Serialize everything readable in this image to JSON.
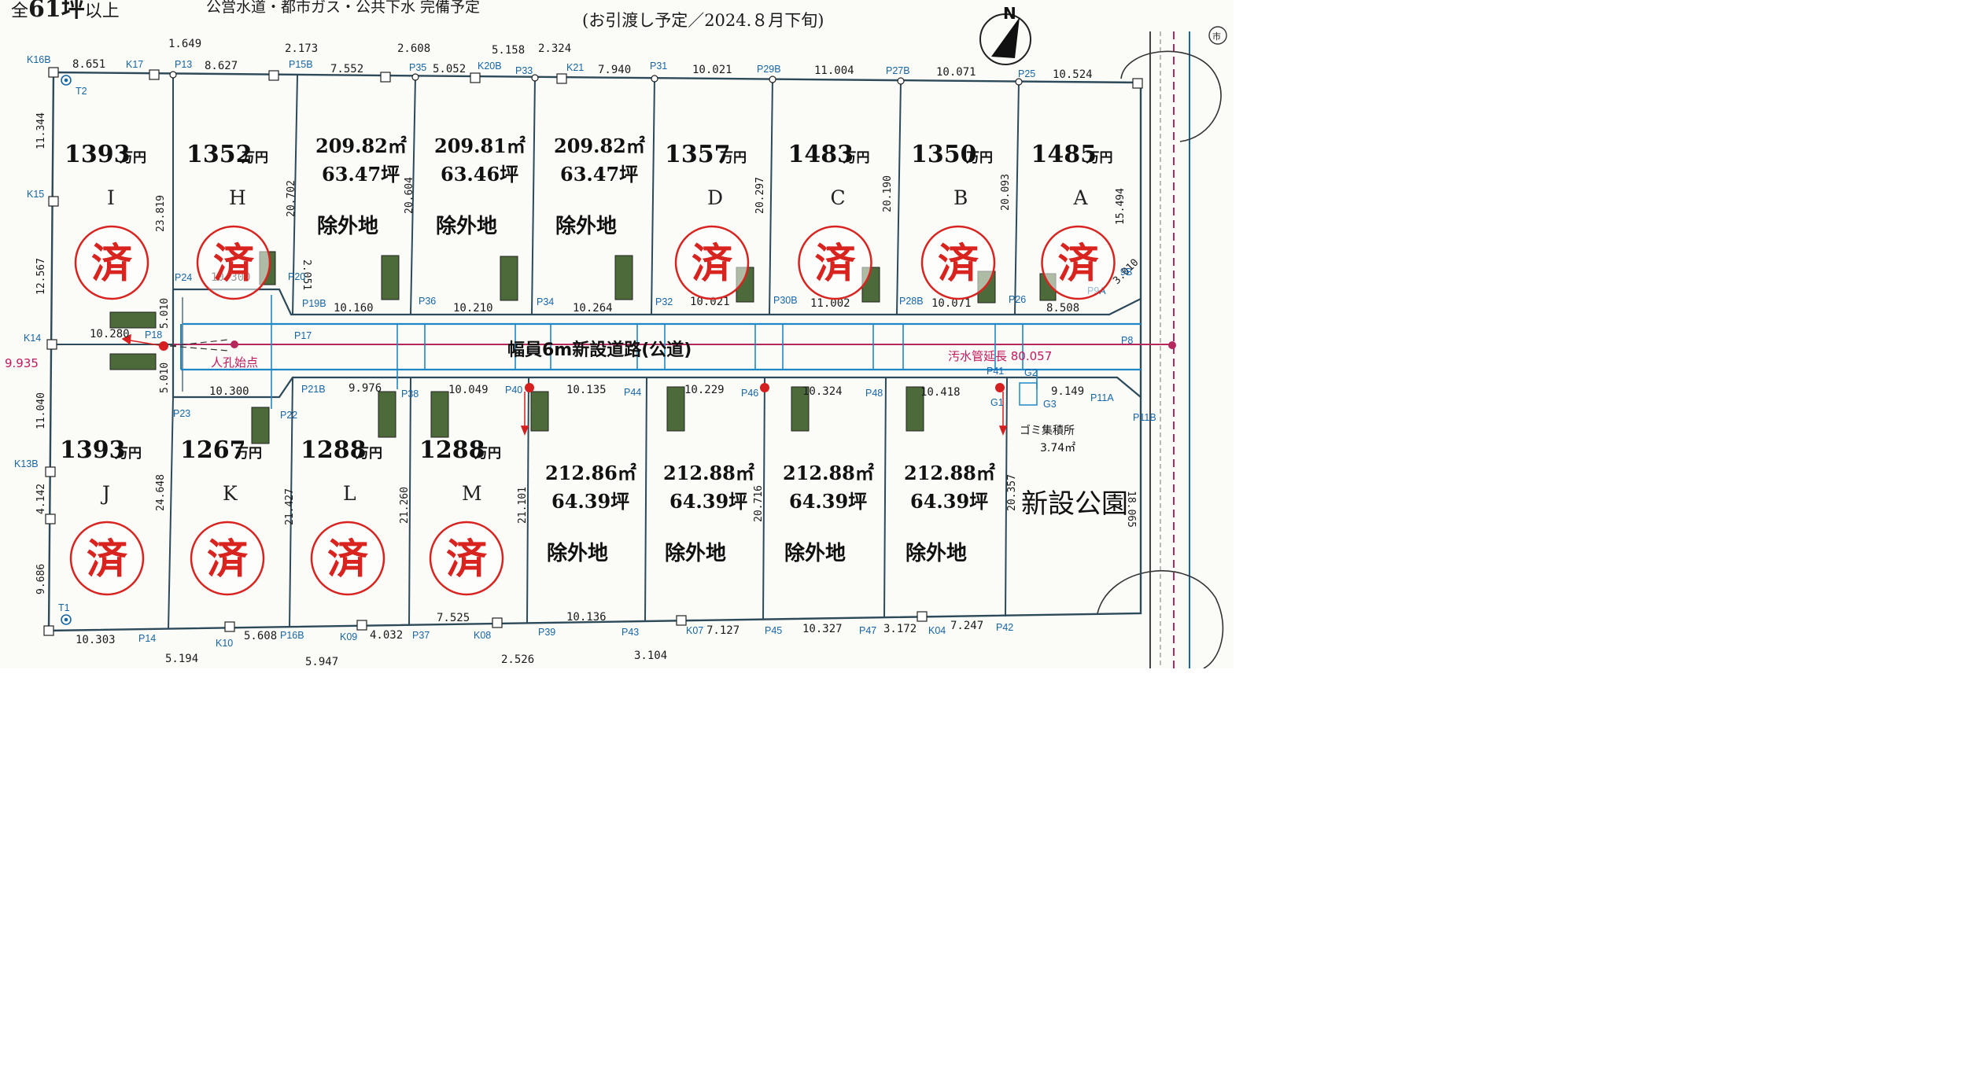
{
  "header": {
    "lot_count_prefix": "全",
    "lot_count_value": "61坪",
    "lot_count_suffix": "以上",
    "utilities": "公営水道・都市ガス・公共下水 完備予定",
    "handover": "(お引渡し予定／2024.８月下旬)"
  },
  "compass": {
    "label": "N"
  },
  "road": {
    "label": "幅員6m新設道路(公道)",
    "sewer_length": "汚水管延長 80.057",
    "manhole_start": "人孔始点",
    "width_left": "9.935"
  },
  "garbage": {
    "label": "ゴミ集積所",
    "area": "3.74㎡"
  },
  "park": {
    "label": "新設公園"
  },
  "stamp_char": "済",
  "price_unit": "万円",
  "lots_north": [
    {
      "id": "I",
      "price": "1393",
      "sold": true
    },
    {
      "id": "H",
      "price": "1352",
      "sold": true
    },
    {
      "id": "",
      "sqm": "209.82㎡",
      "tsubo": "63.47坪",
      "excluded": "除外地"
    },
    {
      "id": "",
      "sqm": "209.81㎡",
      "tsubo": "63.46坪",
      "excluded": "除外地"
    },
    {
      "id": "",
      "sqm": "209.82㎡",
      "tsubo": "63.47坪",
      "excluded": "除外地"
    },
    {
      "id": "D",
      "price": "1357",
      "sold": true
    },
    {
      "id": "C",
      "price": "1483",
      "sold": true
    },
    {
      "id": "B",
      "price": "1350",
      "sold": true
    },
    {
      "id": "A",
      "price": "1485",
      "sold": true
    }
  ],
  "lots_south": [
    {
      "id": "J",
      "price": "1393",
      "sold": true
    },
    {
      "id": "K",
      "price": "1267",
      "sold": true
    },
    {
      "id": "L",
      "price": "1288",
      "sold": true
    },
    {
      "id": "M",
      "price": "1288",
      "sold": true
    },
    {
      "id": "",
      "sqm": "212.86㎡",
      "tsubo": "64.39坪",
      "excluded": "除外地"
    },
    {
      "id": "",
      "sqm": "212.88㎡",
      "tsubo": "64.39坪",
      "excluded": "除外地"
    },
    {
      "id": "",
      "sqm": "212.88㎡",
      "tsubo": "64.39坪",
      "excluded": "除外地"
    },
    {
      "id": "",
      "sqm": "212.88㎡",
      "tsubo": "64.39坪",
      "excluded": "除外地"
    }
  ],
  "north_boundary_dims": [
    "8.651",
    "1.649",
    "8.627",
    "2.173",
    "7.552",
    "2.608",
    "5.052",
    "5.158",
    "2.324",
    "7.940",
    "10.021",
    "11.004",
    "10.071",
    "10.524"
  ],
  "south_boundary_dims": [
    "10.303",
    "5.194",
    "5.608",
    "5.947",
    "4.032",
    "7.525",
    "2.526",
    "10.136",
    "3.104",
    "7.127",
    "10.327",
    "3.172",
    "7.247"
  ],
  "road_north_dims": [
    "10.280",
    "10.300",
    "10.160",
    "10.210",
    "10.264",
    "10.021",
    "11.002",
    "10.071",
    "8.508"
  ],
  "road_south_dims": [
    "10.300",
    "9.976",
    "10.049",
    "10.135",
    "10.229",
    "10.324",
    "10.418",
    "9.149"
  ],
  "west_dims": [
    "11.344",
    "12.567",
    "11.040",
    "4.142",
    "9.686"
  ],
  "depth_dims_north": [
    "23.819",
    "20.702",
    "20.604",
    "20.297",
    "20.190",
    "20.093",
    "15.494"
  ],
  "depth_dims_south": [
    "24.648",
    "21.427",
    "21.260",
    "21.101",
    "20.716",
    "20.357",
    "18.065"
  ],
  "small_dims": [
    "5.010",
    "5.010",
    "2.051",
    "3.010"
  ],
  "points_top": [
    "K16B",
    "K17",
    "P13",
    "P15B",
    "P35",
    "K20B",
    "P33",
    "K21",
    "P31",
    "P29B",
    "P27B",
    "P25"
  ],
  "points_road_n": [
    "P24",
    "P20",
    "P19B",
    "P36",
    "P34",
    "P32",
    "P30B",
    "P28B",
    "P26",
    "P9A",
    "9B"
  ],
  "points_road_s": [
    "P23",
    "P22",
    "P21B",
    "P38",
    "P40",
    "P44",
    "P46",
    "P48",
    "P41",
    "G1",
    "G2",
    "G3",
    "P11A",
    "P11B"
  ],
  "points_bottom": [
    "K10",
    "P14",
    "P16B",
    "K09",
    "P37",
    "K08",
    "P39",
    "P43",
    "K07",
    "P45",
    "P47",
    "K04",
    "P42"
  ],
  "points_west": [
    "T2",
    "K15",
    "K14",
    "K13B",
    "T1",
    "P18",
    "P17",
    "P8"
  ]
}
